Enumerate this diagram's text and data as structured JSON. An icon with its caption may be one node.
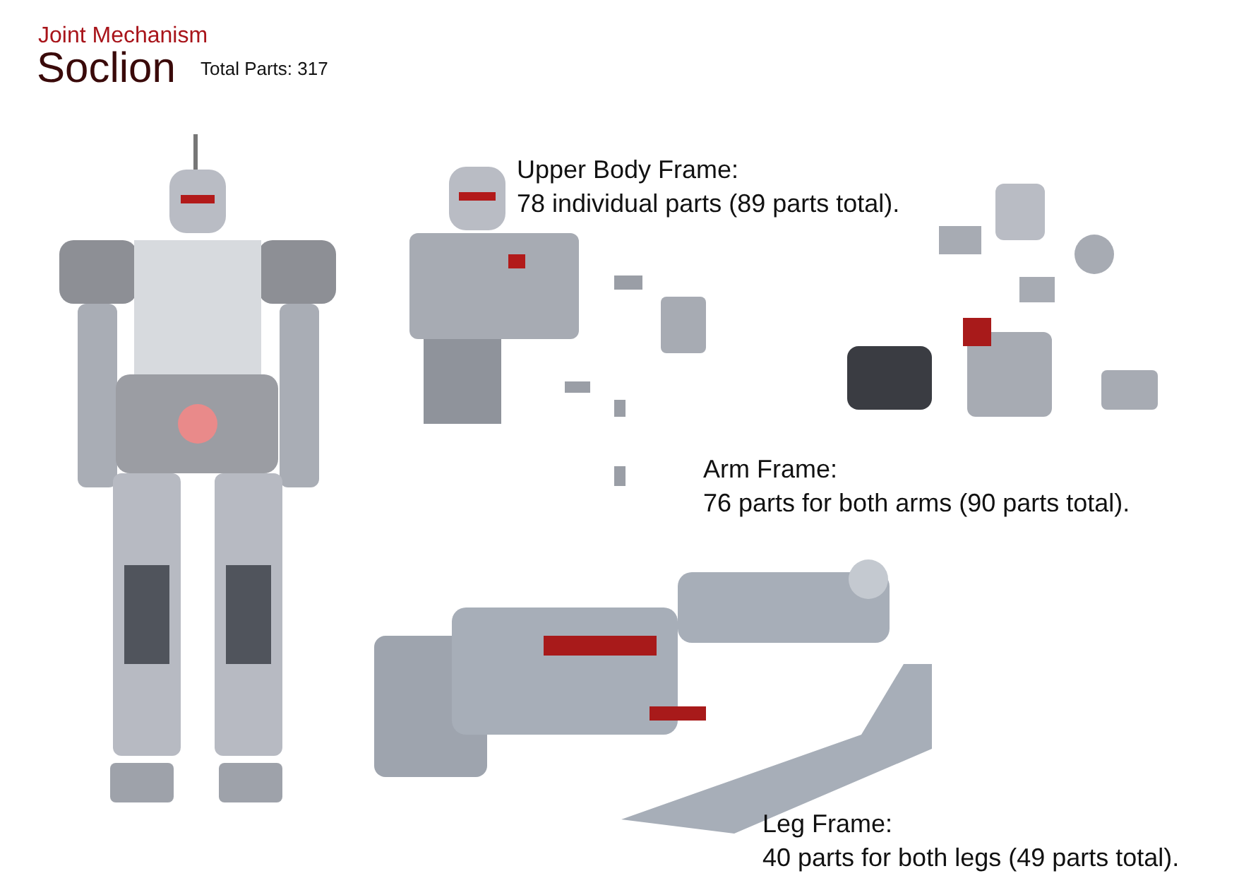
{
  "diagram": {
    "labels": [
      "Joint Mechanism",
      "Soclion",
      "Total Parts: 317",
      "Upper Body Frame:",
      "78 individual parts (89 parts total).",
      "Arm Frame:",
      "76 parts for both arms (90 parts total).",
      "Leg Frame:",
      "40 parts for both legs (49 parts total)."
    ]
  }
}
